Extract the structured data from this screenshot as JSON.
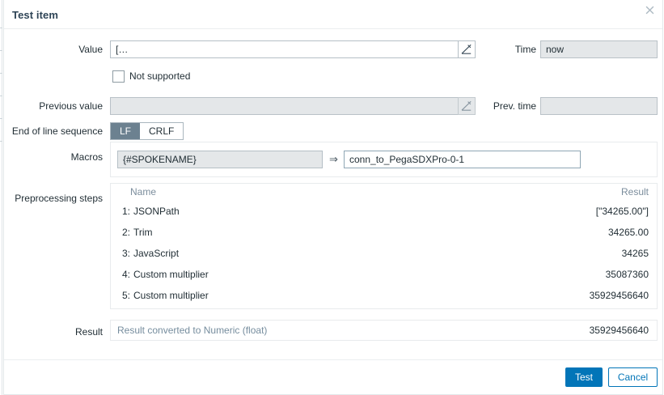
{
  "dialog": {
    "title": "Test item",
    "close_icon": "close-icon"
  },
  "fields": {
    "value_label": "Value",
    "value_text": "[…",
    "value_edit_icon": "pencil-icon",
    "time_label": "Time",
    "time_value": "now",
    "not_supported_label": "Not supported",
    "not_supported_checked": false,
    "previous_value_label": "Previous value",
    "previous_value_text": "",
    "previous_value_edit_icon": "pencil-icon",
    "prev_time_label": "Prev. time",
    "prev_time_value": "",
    "eol_label": "End of line sequence",
    "eol_options": [
      "LF",
      "CRLF"
    ],
    "eol_selected": "LF"
  },
  "macros": {
    "label": "Macros",
    "arrow": "⇒",
    "rows": [
      {
        "key": "{#SPOKENAME}",
        "value": "conn_to_PegaSDXPro-0-1"
      }
    ]
  },
  "preprocessing": {
    "label": "Preprocessing steps",
    "columns": [
      "Name",
      "Result"
    ],
    "rows": [
      {
        "num": "1:",
        "name": "JSONPath",
        "result": "[\"34265.00\"]"
      },
      {
        "num": "2:",
        "name": "Trim",
        "result": "34265.00"
      },
      {
        "num": "3:",
        "name": "JavaScript",
        "result": "34265"
      },
      {
        "num": "4:",
        "name": "Custom multiplier",
        "result": "35087360"
      },
      {
        "num": "5:",
        "name": "Custom multiplier",
        "result": "35929456640"
      }
    ]
  },
  "result": {
    "label": "Result",
    "note": "Result converted to Numeric (float)",
    "value": "35929456640"
  },
  "footer": {
    "test_label": "Test",
    "cancel_label": "Cancel"
  },
  "colors": {
    "primary": "#0275b8",
    "segment_active": "#6c8190",
    "muted_text": "#7b8d9c",
    "title": "#2e4456"
  }
}
